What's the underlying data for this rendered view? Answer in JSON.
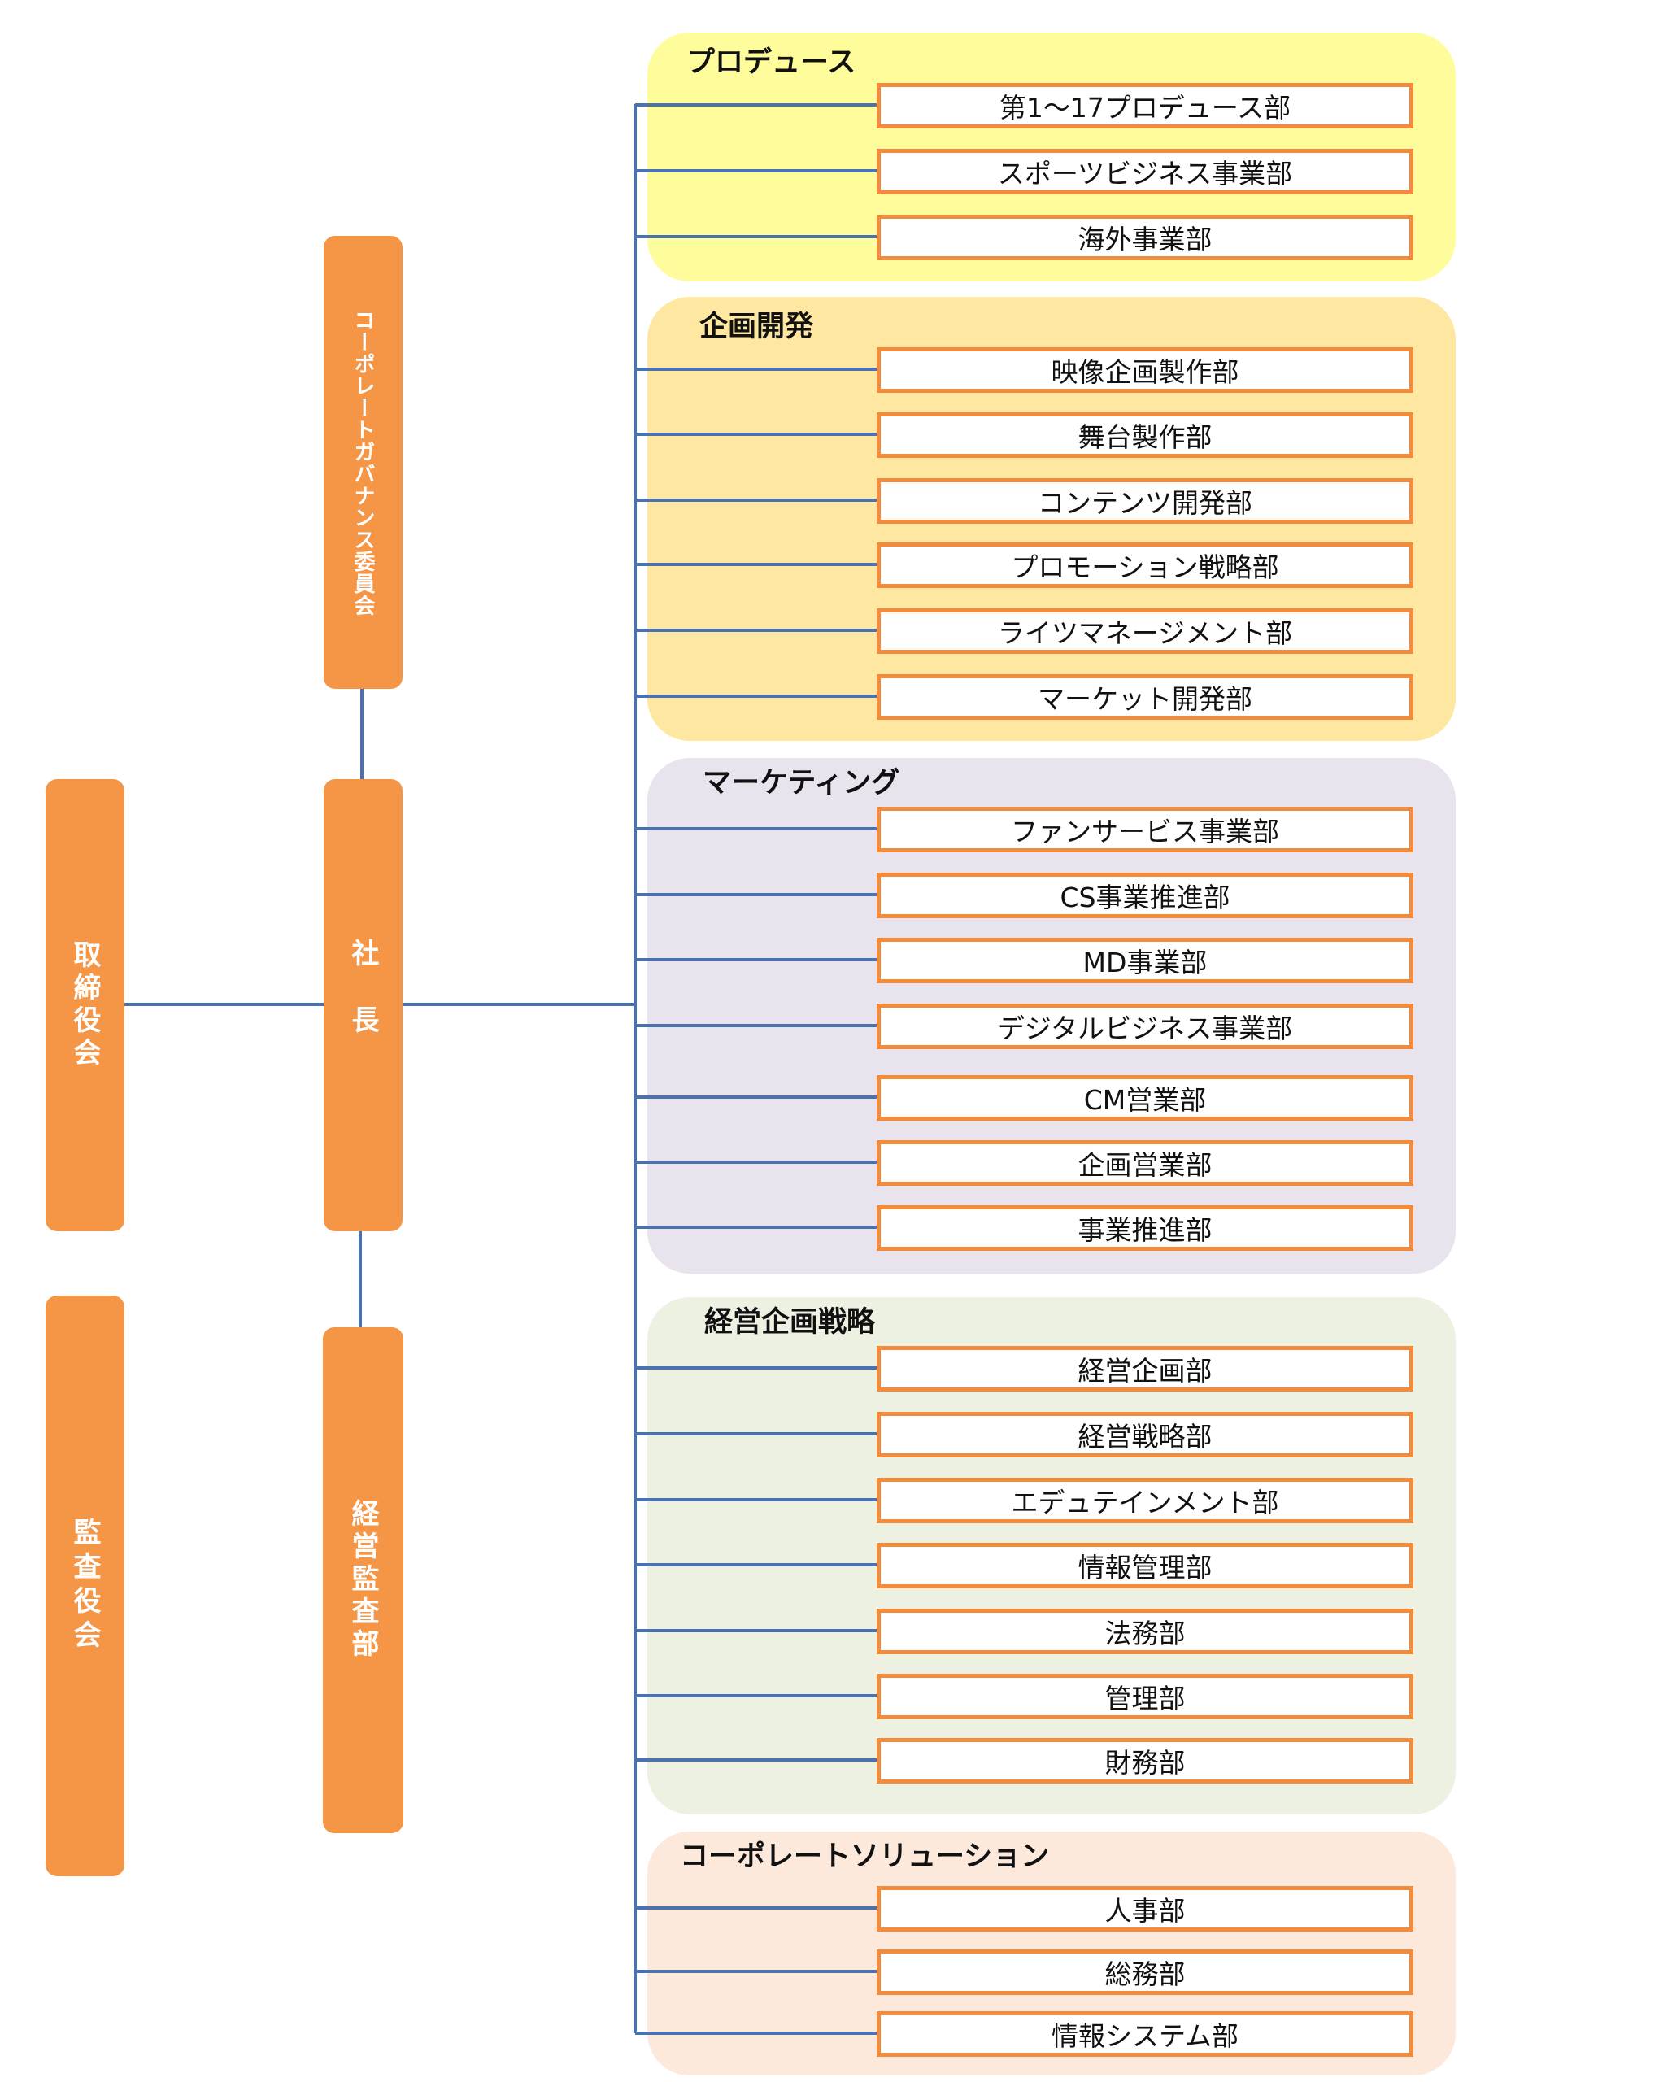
{
  "colors": {
    "box_fill": "#f49645",
    "dept_border": "#f28c3c",
    "connector": "#4a72b0"
  },
  "left_column": {
    "board": "取締役会",
    "audit_board": "監査役会"
  },
  "center_column": {
    "governance_committee": "コーポレートガバナンス委員会",
    "president": "社長",
    "internal_audit": "経営監査部"
  },
  "groups": [
    {
      "title": "プロデュース",
      "color": "#fefc9b",
      "departments": [
        "第1～17プロデュース部",
        "スポーツビジネス事業部",
        "海外事業部"
      ]
    },
    {
      "title": "企画開発",
      "color": "#fde7a1",
      "departments": [
        "映像企画製作部",
        "舞台製作部",
        "コンテンツ開発部",
        "プロモーション戦略部",
        "ライツマネージメント部",
        "マーケット開発部"
      ]
    },
    {
      "title": "マーケティング",
      "color": "#e9e3ee",
      "departments": [
        "ファンサービス事業部",
        "CS事業推進部",
        "MD事業部",
        "デジタルビジネス事業部",
        "CM営業部",
        "企画営業部",
        "事業推進部"
      ]
    },
    {
      "title": "経営企画戦略",
      "color": "#edf1e2",
      "departments": [
        "経営企画部",
        "経営戦略部",
        "エデュテインメント部",
        "情報管理部",
        "法務部",
        "管理部",
        "財務部"
      ]
    },
    {
      "title": "コーポレートソリューション",
      "color": "#fde9db",
      "departments": [
        "人事部",
        "総務部",
        "情報システム部"
      ]
    }
  ]
}
